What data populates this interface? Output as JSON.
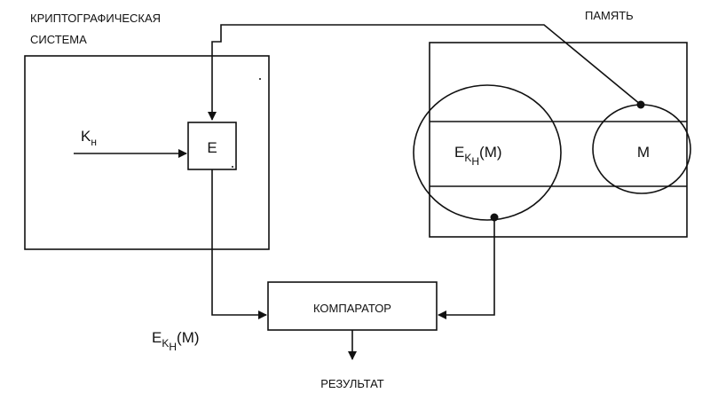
{
  "labels": {
    "crypto_title_line1": "КРИПТОГРАФИЧЕСКАЯ",
    "crypto_title_line2": "СИСТЕМА",
    "memory_title": "ПАМЯТЬ",
    "key_base": "K",
    "key_sub": "н",
    "encryptor": "E",
    "encrypted_base": "E",
    "encrypted_sub1": "K",
    "encrypted_sub2": "Н",
    "encrypted_arg": "(M)",
    "message": "M",
    "comparator": "КОМПАРАТОР",
    "output_base": "E",
    "output_sub1": "K",
    "output_sub2": "Н",
    "output_arg": "(M)",
    "result": "РЕЗУЛЬТАТ"
  }
}
